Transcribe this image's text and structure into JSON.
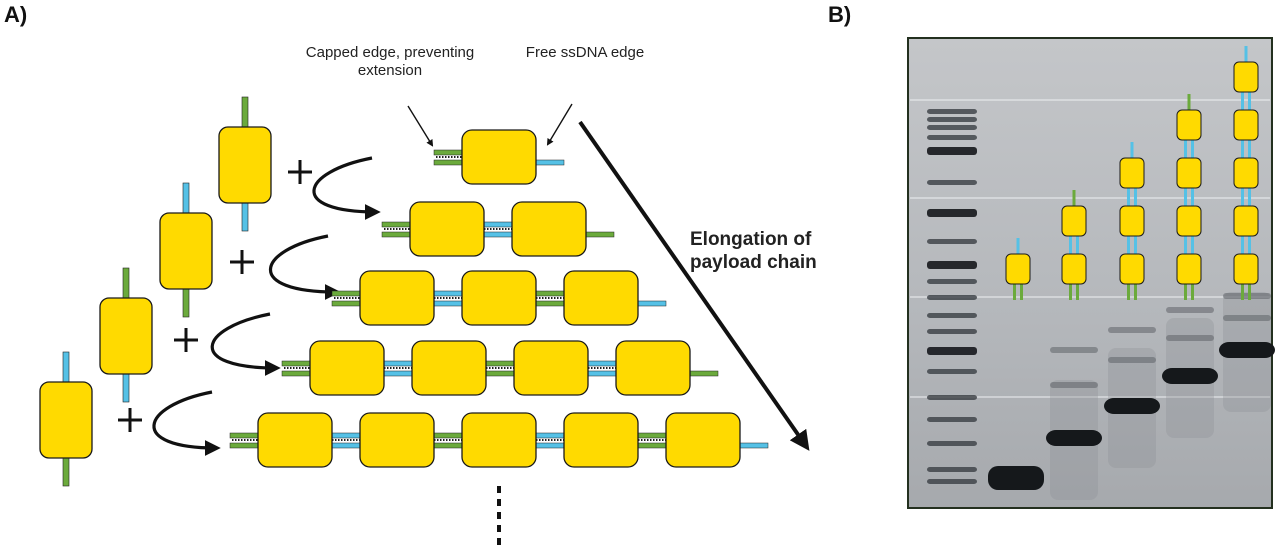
{
  "panels": {
    "a_label": "A)",
    "b_label": "B)"
  },
  "annotations": {
    "capped_edge": "Capped edge, preventing extension",
    "free_edge": "Free ssDNA edge",
    "elongation": "Elongation of payload chain"
  },
  "colors": {
    "payload": "#FFDA00",
    "payload_stroke": "#1a1a1a",
    "strand_green": "#6BAA3C",
    "strand_blue": "#55C1E6",
    "gel_bg": "#b9bcc0",
    "gel_border": "#23301f"
  },
  "icons": [
    "plus-icon",
    "curved-arrow-icon",
    "elongation-arrow-icon",
    "continuation-dots-icon"
  ]
}
